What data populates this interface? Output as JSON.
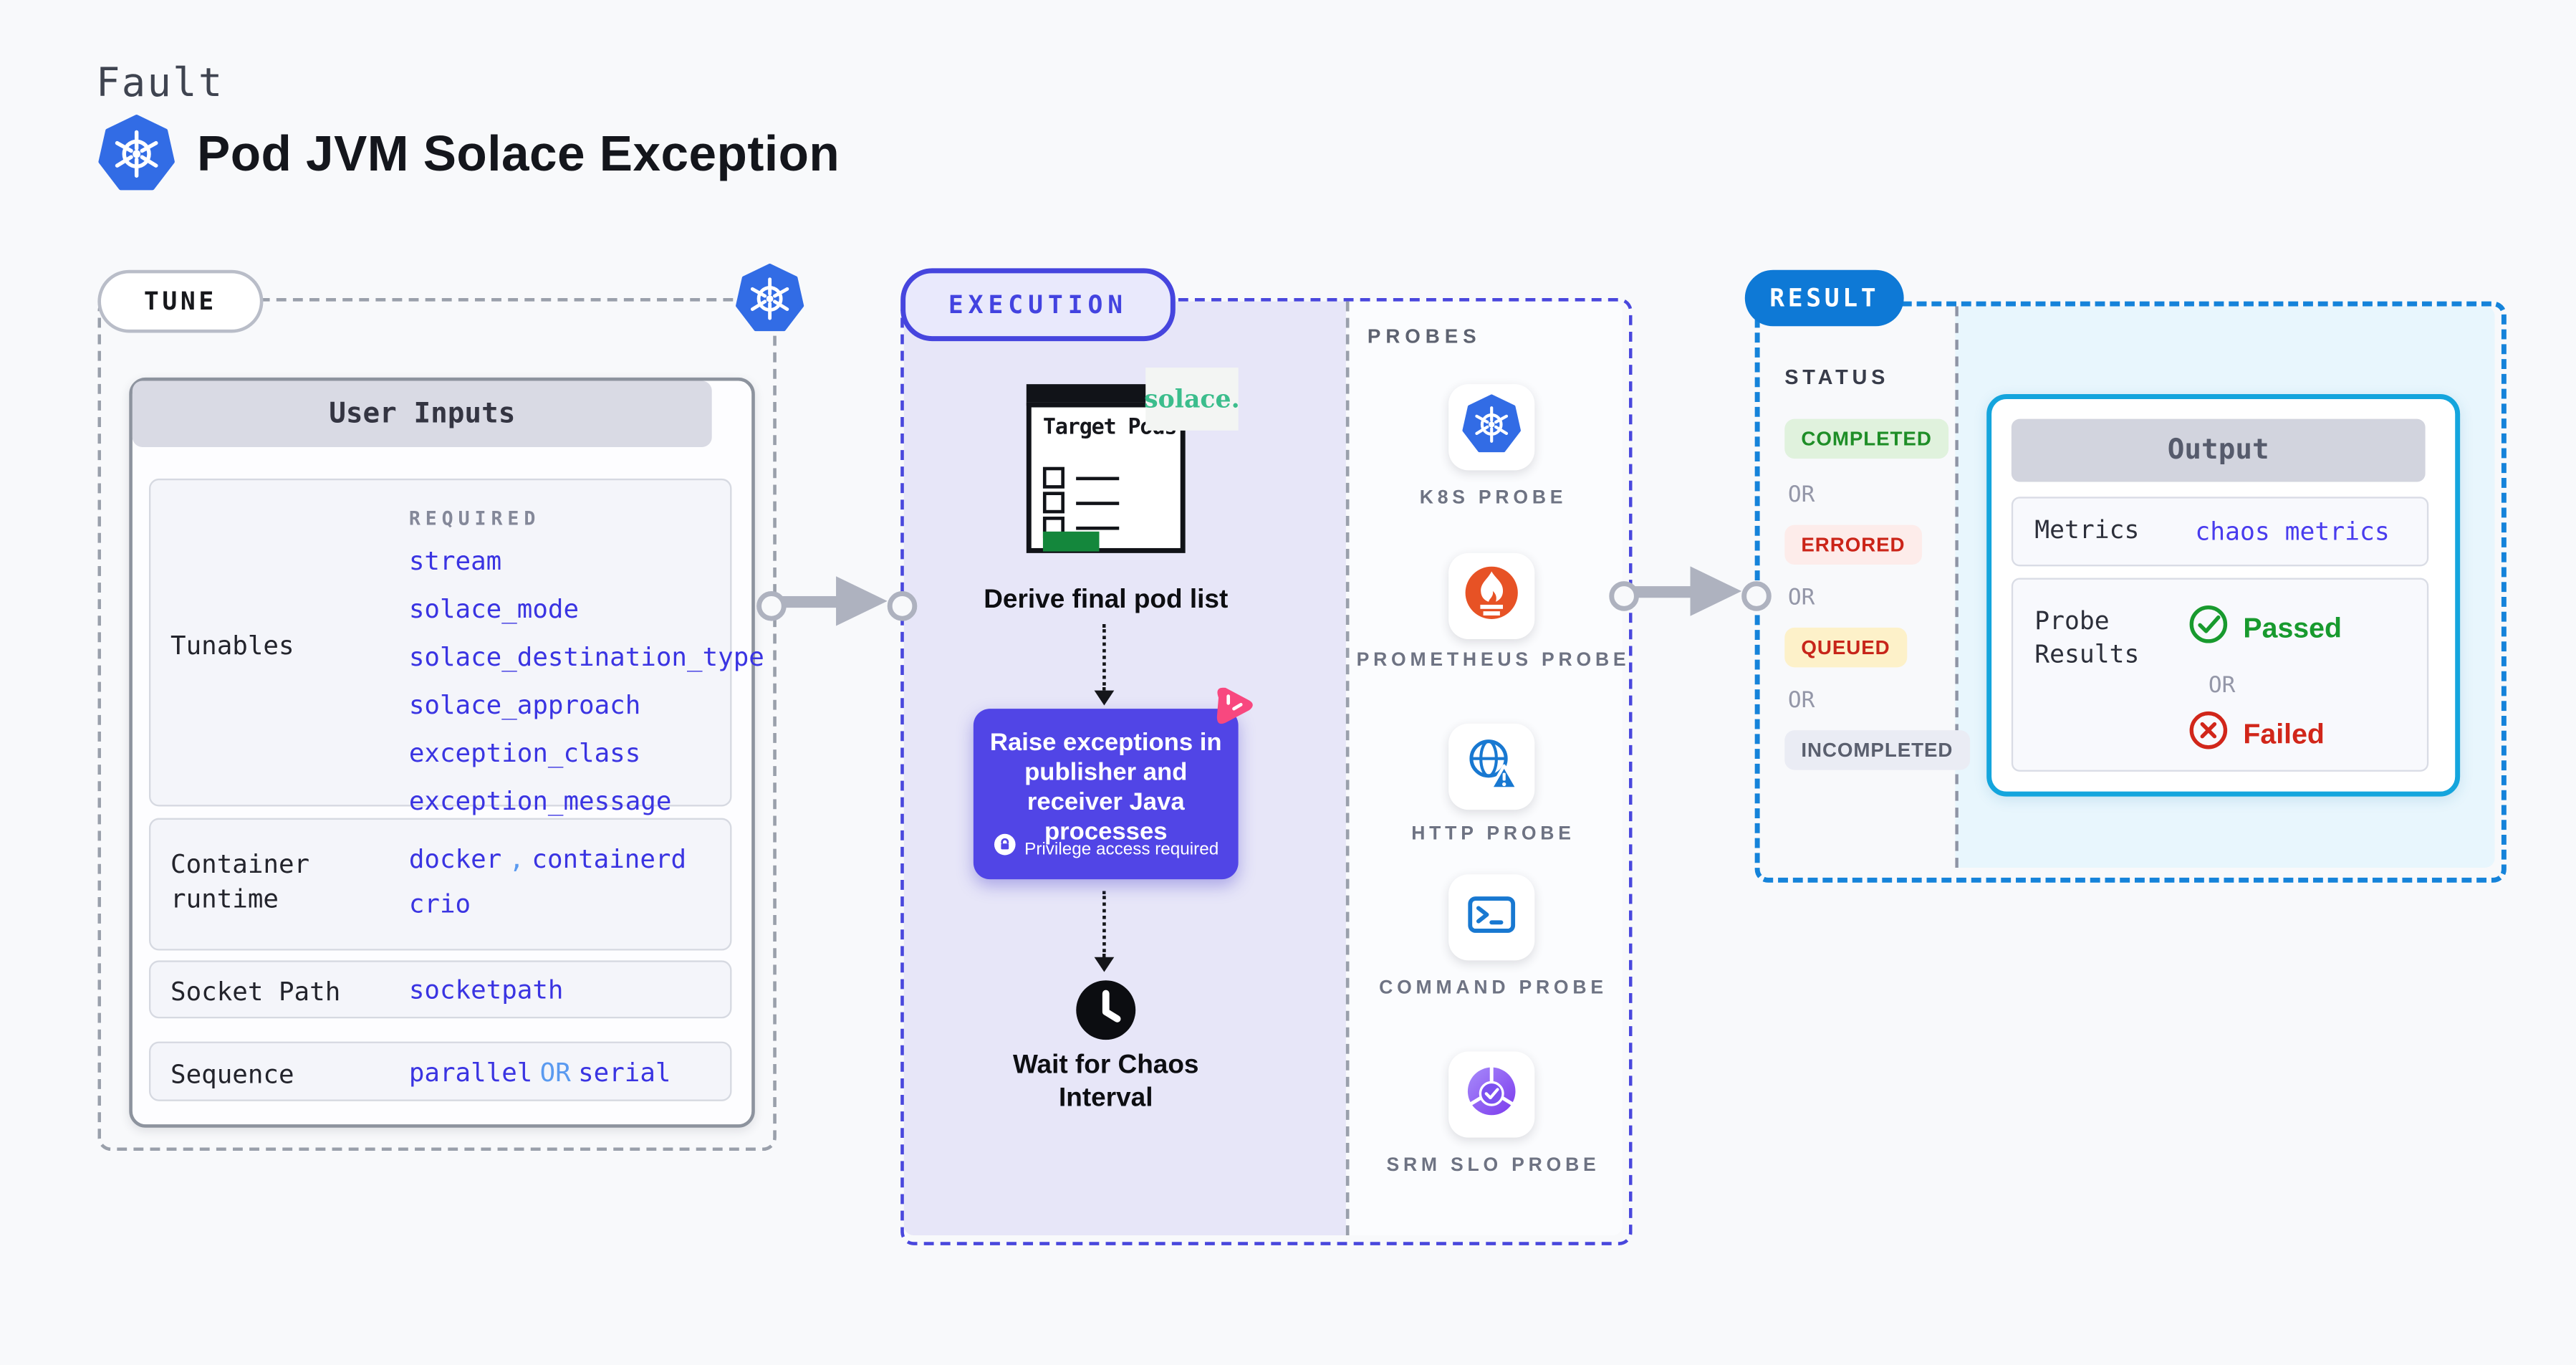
{
  "colors": {
    "page_bg": "#f8f9fb",
    "kubernetes_blue": "#326ce5",
    "execution_accent": "#4645de",
    "execution_bg": "#e7e6f8",
    "action_box_bg": "#5145e6",
    "chaos_pink": "#f8487f",
    "result_accent": "#0e79d6",
    "result_bg": "#e8f6fd",
    "output_border": "#14a5dd",
    "value_blue": "#3a34e2",
    "or_blue": "#5a9af0",
    "passed_green": "#189a2e",
    "failed_red": "#d1261a",
    "solace_green": "#3bbd8c",
    "prometheus_orange": "#e75225",
    "probe_icon_blue": "#1878d1",
    "srm_purple": "#8b5cf6",
    "target_pods_green": "#14873c",
    "arrow_gray": "#aeb2bf"
  },
  "header": {
    "eyebrow": "Fault",
    "title": "Pod JVM Solace Exception"
  },
  "tune": {
    "badge": "TUNE",
    "card_header": "User Inputs",
    "required_label": "REQUIRED",
    "tunables_label": "Tunables",
    "tunables": [
      "stream",
      "solace_mode",
      "solace_destination_type",
      "solace_approach",
      "exception_class",
      "exception_message"
    ],
    "container_runtime_label": "Container runtime",
    "runtime_value_1": "docker",
    "runtime_separator": ",",
    "runtime_value_2": "containerd",
    "runtime_value_3": "crio",
    "socket_path_label": "Socket Path",
    "socket_path_value": "socketpath",
    "sequence_label": "Sequence",
    "sequence_value_1": "parallel",
    "sequence_or": "OR",
    "sequence_value_2": "serial"
  },
  "execution": {
    "badge": "EXECUTION",
    "target_pods_title": "Target Pods",
    "solace_logo": "solace.",
    "derive_label": "Derive final pod list",
    "action_text": "Raise exceptions in publisher and receiver Java processes",
    "privilege_note": "Privilege access required",
    "wait_label": "Wait for Chaos Interval",
    "probes_label": "PROBES",
    "probes": [
      {
        "label": "K8S PROBE",
        "icon": "kubernetes-icon"
      },
      {
        "label": "PROMETHEUS PROBE",
        "icon": "prometheus-icon"
      },
      {
        "label": "HTTP PROBE",
        "icon": "http-globe-warning-icon"
      },
      {
        "label": "COMMAND PROBE",
        "icon": "terminal-icon"
      },
      {
        "label": "SRM SLO PROBE",
        "icon": "srm-slo-gauge-icon"
      }
    ]
  },
  "result": {
    "badge": "RESULT",
    "status_label": "STATUS",
    "or_label": "OR",
    "statuses": [
      {
        "label": "COMPLETED",
        "state": "completed"
      },
      {
        "label": "ERRORED",
        "state": "errored"
      },
      {
        "label": "QUEUED",
        "state": "queued"
      },
      {
        "label": "INCOMPLETED",
        "state": "incompleted"
      }
    ],
    "output_header": "Output",
    "metrics_label": "Metrics",
    "metrics_value": "chaos metrics",
    "probe_results_label": "Probe Results",
    "passed_label": "Passed",
    "failed_label": "Failed"
  }
}
